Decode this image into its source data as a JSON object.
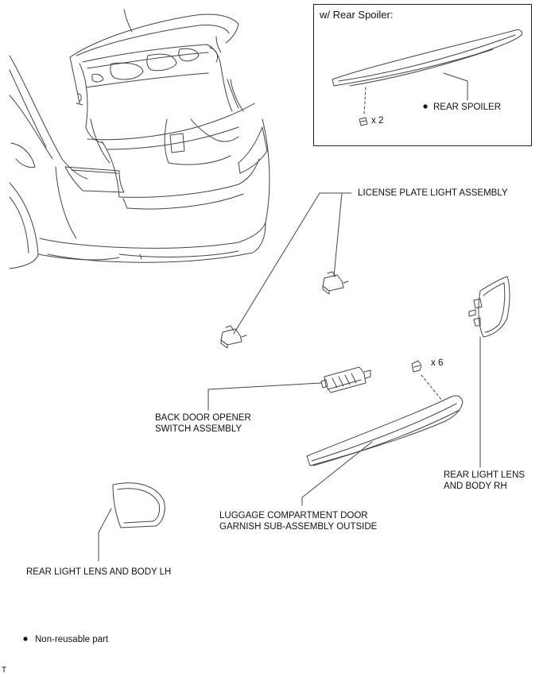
{
  "inset": {
    "title": "w/ Rear Spoiler:",
    "spoiler_label": "REAR SPOILER",
    "clip_qty": "x 2"
  },
  "labels": {
    "license_plate_light": "LICENSE PLATE LIGHT ASSEMBLY",
    "clip_qty": "x 6",
    "back_door_switch_line1": "BACK DOOR OPENER",
    "back_door_switch_line2": "SWITCH ASSEMBLY",
    "rear_light_rh_line1": "REAR LIGHT LENS",
    "rear_light_rh_line2": "AND BODY RH",
    "garnish_line1": "LUGGAGE COMPARTMENT DOOR",
    "garnish_line2": "GARNISH SUB-ASSEMBLY OUTSIDE",
    "rear_light_lh": "REAR LIGHT LENS AND BODY LH"
  },
  "legend": {
    "bullet_note": "Non-reusable part"
  },
  "corner_mark": "T"
}
